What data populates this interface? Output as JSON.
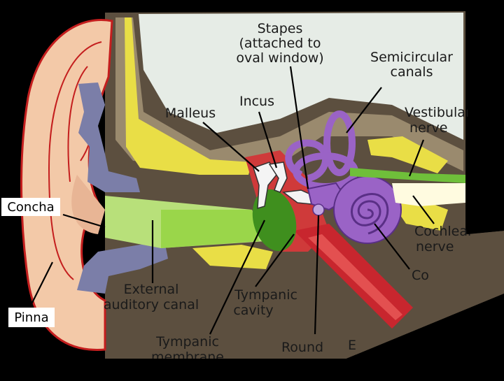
{
  "labels": {
    "stapes": [
      "Stapes",
      "(attached to",
      "oval window)"
    ],
    "semicircular": [
      "Semicircular",
      "canals"
    ],
    "vestibular": [
      "Vestibular",
      "nerve"
    ],
    "incus": "Incus",
    "malleus": "Malleus",
    "concha": "Concha",
    "cochlear_nerve": [
      "Cochlear",
      "nerve"
    ],
    "external_canal": [
      "External",
      "auditory canal"
    ],
    "tympanic_cavity": [
      "Tympanic",
      "cavity"
    ],
    "pinna": "Pinna",
    "tympanic_membrane": [
      "Tympanic",
      "membrane"
    ],
    "round_window": "Round",
    "cochlea": "Co",
    "eustachian": "E"
  },
  "colors": {
    "background": "#000000",
    "pinna_skin": "#f3c9a8",
    "canal_green": "#b8e07a",
    "eardrum": "#3f8f1e",
    "bone_gray": "#7a6a56",
    "bone_dark": "#5c4f3f",
    "temporal_yellow": "#e9de46",
    "cartilage_blue": "#7b7ea8",
    "inner_ear_purple": "#9a63c6",
    "tube_red": "#c8262e",
    "sky_panel": "#e6ece6"
  }
}
